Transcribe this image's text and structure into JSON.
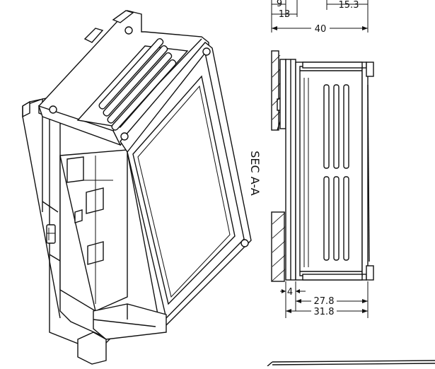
{
  "drawing": {
    "section_label": "SEC A-A",
    "line_color": "#111111",
    "background": "#ffffff"
  },
  "top_dims": {
    "d9": "9",
    "d13": "13",
    "d15_3": "15.3",
    "d40": "40"
  },
  "bottom_dims": {
    "d4": "4",
    "d27_8": "27.8",
    "d31_8": "31.8"
  }
}
